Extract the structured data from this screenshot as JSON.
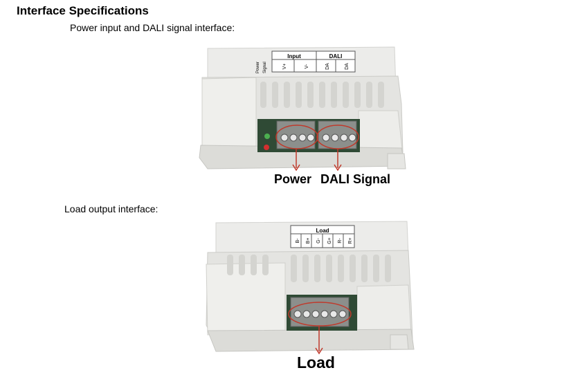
{
  "page": {
    "title": "Interface Specifications",
    "power_section_label": "Power input and DALI signal interface:",
    "load_section_label": "Load output interface:"
  },
  "device_top": {
    "side_labels": [
      "Power",
      "Signal"
    ],
    "table_headers": [
      "Input",
      "DALI"
    ],
    "terminals": [
      "V+",
      "V-",
      "DA",
      "DA"
    ],
    "callout_power": "Power",
    "callout_dali": "DALI Signal"
  },
  "device_bottom": {
    "table_header": "Load",
    "terminals": [
      "B-",
      "B+",
      "G-",
      "G+",
      "R-",
      "R+"
    ],
    "callout_load": "Load"
  },
  "colors": {
    "housing": "#eeeeec",
    "housing_shadow": "#cfcfcc",
    "terminal_block": "#8c8f8c",
    "pcb": "#2f4a35",
    "callout_ring": "#c0392b"
  }
}
